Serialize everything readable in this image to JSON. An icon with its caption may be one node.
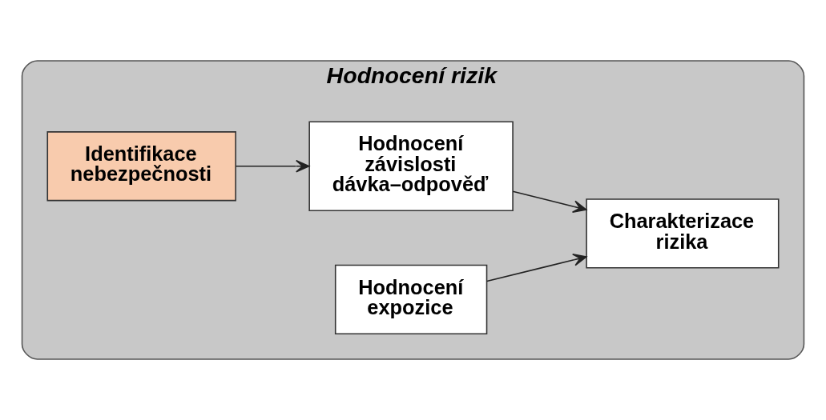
{
  "diagram": {
    "nodes": [
      {
        "text": [
          "Hodnocení rizik"
        ]
      },
      {
        "text": [
          "Identifikace nebezpečnosti"
        ],
        "in": 0
      },
      {
        "text": [
          "Hodnocení závislosti dávka–odpověď"
        ],
        "in": 0
      },
      {
        "text": [
          "Hodnocení expozice"
        ],
        "in": 0
      },
      {
        "text": [
          "Charakterizace rizika"
        ],
        "in": 0
      }
    ],
    "edges": [
      {
        "from": 1,
        "to": 2,
        "arrow": "to"
      },
      {
        "from": 2,
        "to": 4,
        "arrow": "to"
      },
      {
        "from": 3,
        "to": 4,
        "arrow": "to"
      }
    ]
  }
}
